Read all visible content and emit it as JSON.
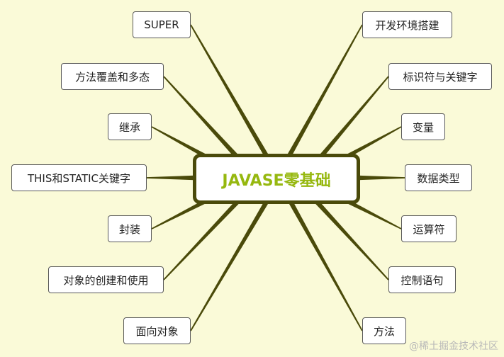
{
  "center": {
    "label": "JAVASE零基础"
  },
  "colors": {
    "line": "#4A4A0A",
    "center_text": "#96B80F",
    "background": "#FAFAD8"
  },
  "left_nodes": [
    "SUPER",
    "方法覆盖和多态",
    "继承",
    "THIS和STATIC关键字",
    "封装",
    "对象的创建和使用",
    "面向对象"
  ],
  "right_nodes": [
    "开发环境搭建",
    "标识符与关键字",
    "变量",
    "数据类型",
    "运算符",
    "控制语句",
    "方法"
  ],
  "watermark": "@稀土掘金技术社区"
}
